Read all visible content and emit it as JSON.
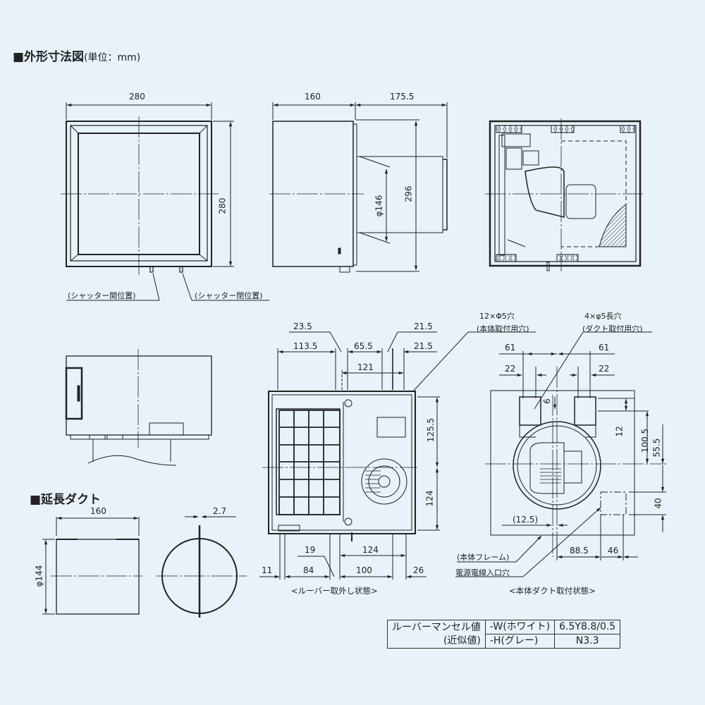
{
  "header": {
    "title": "■外形寸法図",
    "unit": "(単位：mm)"
  },
  "front_view": {
    "width": "280",
    "height": "280",
    "shutter_labels": [
      "(シャッター開位置)",
      "(シャッター閉位置)"
    ]
  },
  "side_view": {
    "body_depth": "160",
    "duct_length": "175.5",
    "duct_diameter": "φ146",
    "overall_height": "296"
  },
  "louver_removed_view": {
    "top_dims": [
      "23.5",
      "113.5",
      "65.5",
      "21.5",
      "21.5",
      "121"
    ],
    "right_dims": [
      "125.5",
      "124"
    ],
    "bottom_dims": [
      "19",
      "124",
      "11",
      "84",
      "100",
      "26"
    ],
    "hole_label": "12×Φ5穴",
    "hole_sublabel": "(本体取付用穴)",
    "caption": "<ルーバー取外し状態>"
  },
  "duct_mounted_view": {
    "hole_label": "4×φ5長穴",
    "hole_sublabel": "(ダクト取付用穴)",
    "top_dims": [
      "61",
      "61",
      "22",
      "22",
      "6"
    ],
    "right_dims": [
      "12",
      "100.5",
      "55.5",
      "40"
    ],
    "bottom_dims": [
      "(12.5)",
      "88.5",
      "46"
    ],
    "frame_label": "(本体フレーム)",
    "cable_label": "電源電線入口穴",
    "caption": "<本体ダクト取付状態>"
  },
  "extension_duct": {
    "title": "■延長ダクト",
    "length": "160",
    "diameter": "φ144",
    "seam": "2.7"
  },
  "munsell_table": {
    "header_line1": "ルーバーマンセル値",
    "header_line2": "(近似値)",
    "rows": [
      {
        "variant": "-W(ホワイト)",
        "value": "6.5Y8.8/0.5"
      },
      {
        "variant": "-H(グレー)",
        "value": "N3.3"
      }
    ]
  },
  "colors": {
    "background": "#e7f2fa",
    "line": "#222222",
    "panel": "#e2eef7"
  }
}
